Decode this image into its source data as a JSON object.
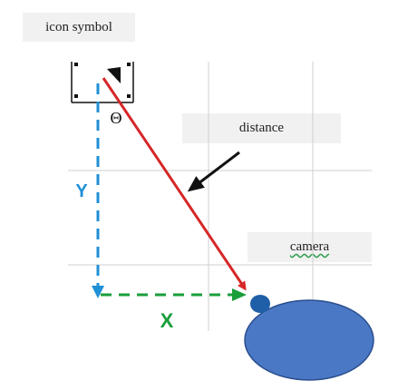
{
  "labels": {
    "icon_symbol": "icon symbol",
    "distance": "distance",
    "camera": "camera",
    "theta": "Θ",
    "y_axis": "Y",
    "x_axis": "X"
  },
  "colors": {
    "distance_arrow": "#d62728",
    "y_arrow": "#1f8fd6",
    "x_arrow": "#1a9e3a",
    "camera_body": "#4a78c4",
    "camera_lens": "#1f5fa8",
    "grid": "#cfcfcf",
    "icon": "#111111"
  },
  "icons": {
    "icon_symbol": "rotated-icon-frame",
    "camera": "camera-ellipse",
    "pointer": "black-arrow"
  }
}
